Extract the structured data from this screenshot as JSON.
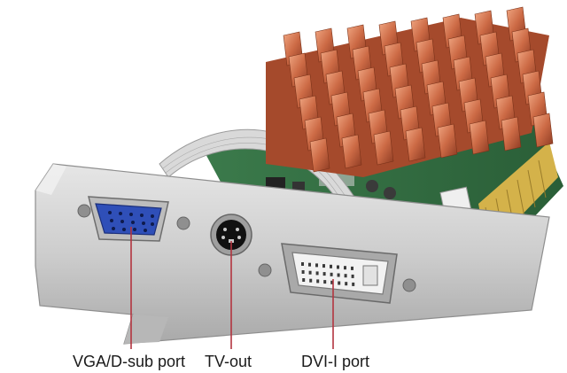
{
  "photo": {
    "subject": "graphics-card",
    "colors": {
      "copper": "#c8643f",
      "copper_light": "#e3957a",
      "bracket": "#cfcfcf",
      "pcb": "#2f6b3e",
      "vga_port": "#2f4fb8",
      "callout_line": "#b3343f"
    }
  },
  "callouts": {
    "vga_label": "VGA/D-sub port",
    "tv_label": "TV-out",
    "dvi_label": "DVI-I port"
  }
}
